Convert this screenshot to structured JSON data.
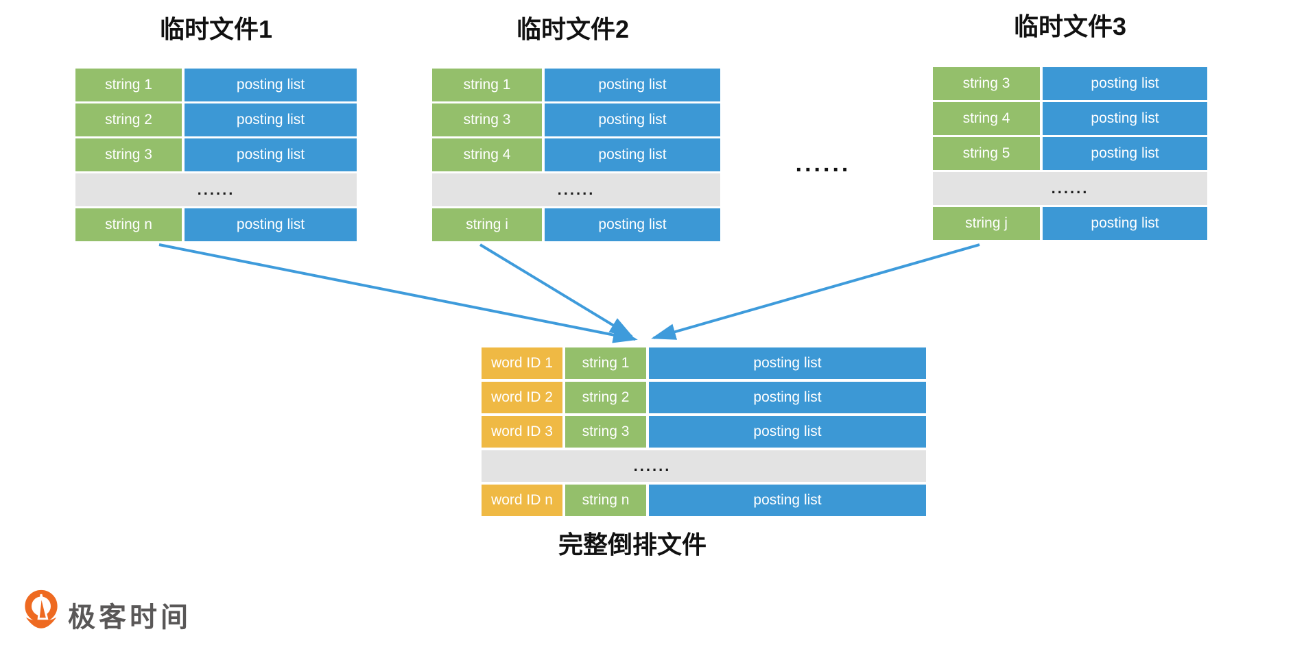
{
  "diagram": {
    "tempFiles": [
      {
        "title": "临时文件1",
        "rows": [
          {
            "key": "string 1",
            "posting": "posting list"
          },
          {
            "key": "string 2",
            "posting": "posting list"
          },
          {
            "key": "string 3",
            "posting": "posting list"
          },
          {
            "ellipsis": "......"
          },
          {
            "key": "string n",
            "posting": "posting list"
          }
        ]
      },
      {
        "title": "临时文件2",
        "rows": [
          {
            "key": "string 1",
            "posting": "posting list"
          },
          {
            "key": "string 3",
            "posting": "posting list"
          },
          {
            "key": "string 4",
            "posting": "posting list"
          },
          {
            "ellipsis": "......"
          },
          {
            "key": "string i",
            "posting": "posting list"
          }
        ]
      },
      {
        "title": "临时文件3",
        "rows": [
          {
            "key": "string 3",
            "posting": "posting list"
          },
          {
            "key": "string 4",
            "posting": "posting list"
          },
          {
            "key": "string 5",
            "posting": "posting list"
          },
          {
            "ellipsis": "......"
          },
          {
            "key": "string j",
            "posting": "posting list"
          }
        ]
      }
    ],
    "moreFilesEllipsis": "......",
    "merged": {
      "caption": "完整倒排文件",
      "rows": [
        {
          "wordId": "word ID 1",
          "key": "string 1",
          "posting": "posting list"
        },
        {
          "wordId": "word ID 2",
          "key": "string 2",
          "posting": "posting list"
        },
        {
          "wordId": "word ID 3",
          "key": "string 3",
          "posting": "posting list"
        },
        {
          "ellipsis": "......"
        },
        {
          "wordId": "word ID n",
          "key": "string n",
          "posting": "posting list"
        }
      ]
    },
    "logo": {
      "text": "极客时间"
    },
    "colors": {
      "green": "#94BF6B",
      "blue": "#3C98D5",
      "yellow": "#EFB944",
      "gray": "#E3E3E3",
      "arrow": "#3E9BDB",
      "logoOrange": "#EE6A21",
      "logoText": "#595757"
    }
  }
}
